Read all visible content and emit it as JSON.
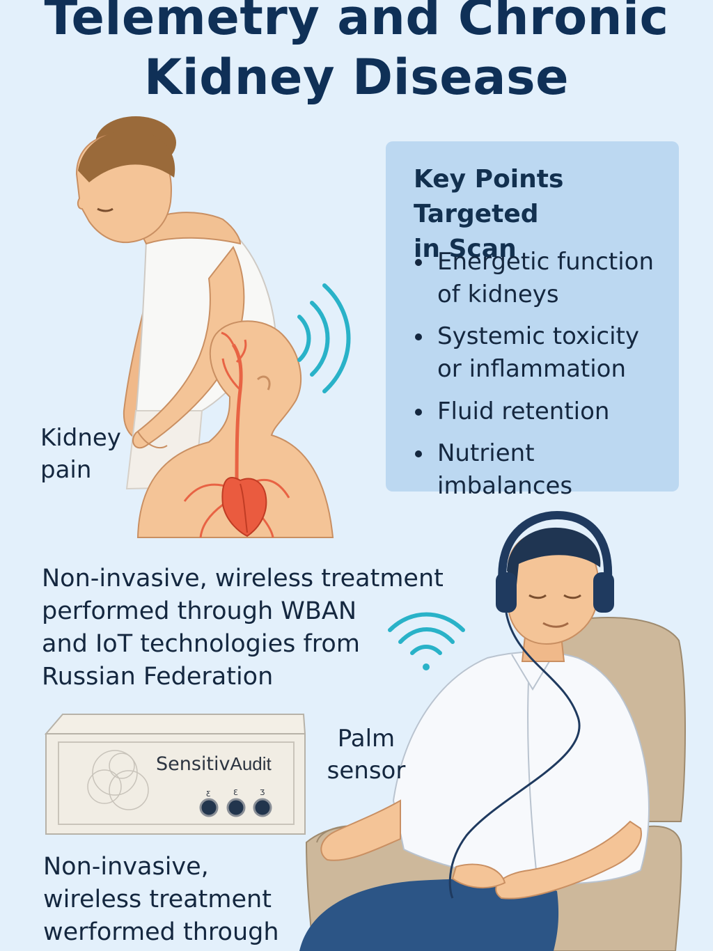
{
  "header": {
    "title_line1": "Telemetry and Chronic",
    "title_line2": "Kidney Disease"
  },
  "key_points": {
    "heading_line1": "Key Points Targeted",
    "heading_line2": "in Scan",
    "items": [
      {
        "line1": "Energetic function",
        "line2": "of kidneys"
      },
      {
        "line1": "Systemic toxicity",
        "line2": "or inflammation"
      },
      {
        "line1": "Fluid retention",
        "line2": ""
      },
      {
        "line1": "Nutrient imbalances",
        "line2": ""
      }
    ]
  },
  "labels": {
    "kidney_pain_line1": "Kidney",
    "kidney_pain_line2": "pain",
    "palm_sensor_line1": "Palm",
    "palm_sensor_line2": "sensor"
  },
  "description": {
    "line1": "Non-invasive, wireless treatment",
    "line2": "performed through WBAN",
    "line3": "and IoT technologies from",
    "line4": "Russian Federation"
  },
  "device": {
    "brand_part1": "Sensitiv",
    "brand_part2": "Audit",
    "port_labels": [
      "ƹ",
      "Ɛ",
      "Ʒ"
    ]
  },
  "footer": {
    "line1": "Non-invasive,",
    "line2": "wireless treatment",
    "line3": "werformed through"
  },
  "colors": {
    "background": "#e3f0fb",
    "title": "#0f3057",
    "panel": "#bcd8f1",
    "wifi": "#29b2c8",
    "skin": "#f4c497",
    "heart": "#ea5b3f"
  }
}
